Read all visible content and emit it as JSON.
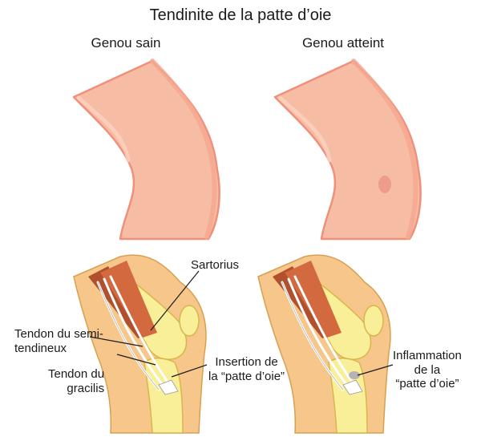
{
  "title": "Tendinite de la patte d’oie",
  "panels": {
    "healthy": {
      "heading": "Genou sain"
    },
    "affected": {
      "heading": "Genou atteint"
    }
  },
  "labels": {
    "sartorius": "Sartorius",
    "semitendinosus": "Tendon du semi-\ntendineux",
    "gracilis": "Tendon du\ngracilis",
    "insertion": "Insertion de\nla “patte d’oie”",
    "inflammation": "Inflammation\nde la\n“patte d’oie”"
  },
  "colors": {
    "skin": "#f7bca4",
    "skin_outline": "#f0907a",
    "fat_layer": "#f6c68a",
    "bone": "#f8ef98",
    "bone_outline": "#d8b64c",
    "muscle": "#d2693f",
    "muscle_dark": "#b0502d",
    "tendon": "#ffffff",
    "inflammation": "#e8847a"
  }
}
